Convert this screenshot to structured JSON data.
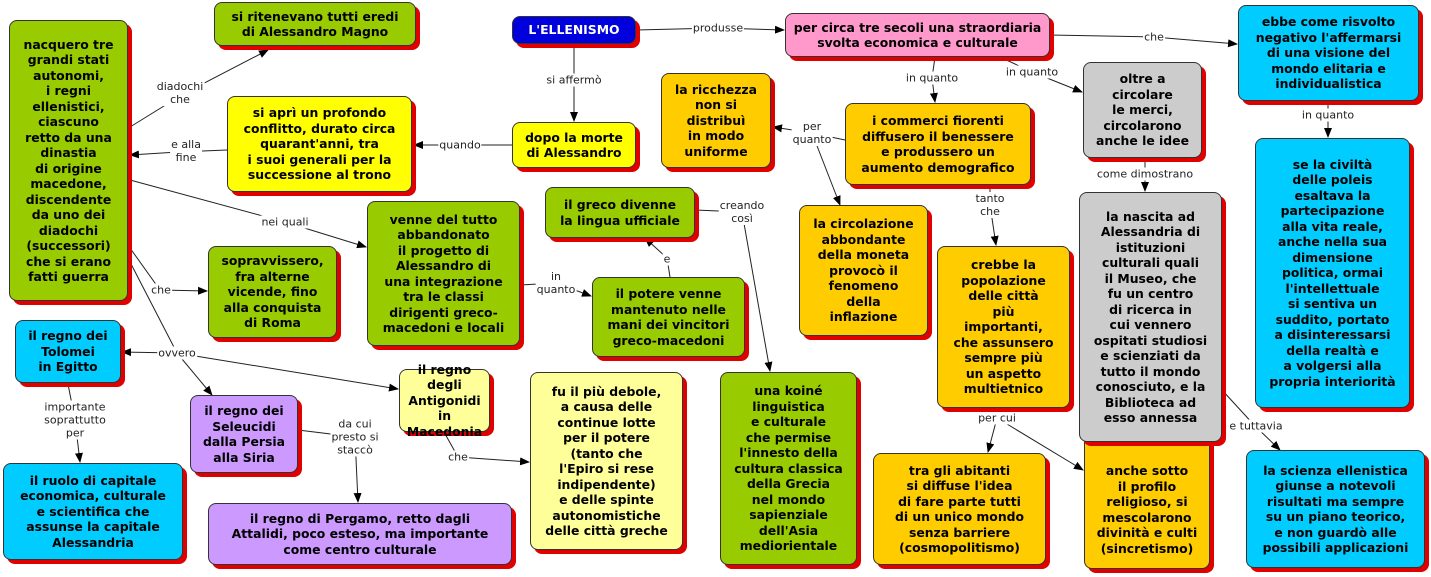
{
  "nodes": {
    "ellenismo": "L'ELLENISMO",
    "produsse_target": "per circa tre secoli una straordiaria\nsvolta economica e culturale",
    "dopo_morte": "dopo la morte\ndi Alessandro",
    "conflitto": "si aprì un profondo\nconflitto, durato circa\nquarant'anni, tra\ni suoi generali per la\nsuccessione al trono",
    "eredi": "si ritenevano tutti eredi\ndi Alessandro Magno",
    "nacquero": "nacquero tre\ngrandi stati\nautonomi,\ni regni\nellenistici,\nciascuno\nretto da una\ndinastia\ndi origine\nmacedone,\ndiscendente\nda uno dei\ndiadochi\n(successori)\nche si erano\nfatti guerra",
    "sopravvissero": "sopravvissero,\nfra alterne\nvicende, fino\nalla conquista\ndi Roma",
    "venne_abbandonato": "venne del tutto\nabbandonato\nil progetto di\nAlessandro di\nuna integrazione\ntra le classi\ndirigenti greco-\nmacedoni e locali",
    "greco": "il greco divenne\nla lingua ufficiale",
    "potere": "il potere venne\nmantenuto nelle\nmani dei vincitori\ngreco-macedoni",
    "koine": "una koiné\nlinguistica\ne culturale\nche permise\nl'innesto della\ncultura classica\ndella Grecia\nnel mondo\nsapienziale\ndell'Asia\nmediorientale",
    "tolomei": "il regno dei\nTolomei\nin Egitto",
    "ruolo": "il ruolo di capitale\neconomica, culturale\ne scientifica che\nassunse la capitale\nAlessandria",
    "seleucidi": "il regno dei\nSeleucidi\ndalla Persia\nalla Siria",
    "antigonidi": "il regno degli\nAntigonidi in\nMacedonia",
    "pergamo": "il regno di Pergamo, retto dagli\nAttalidi, poco esteso, ma importante\ncome centro culturale",
    "debole": "fu il più debole,\na causa delle\ncontinue lotte\nper il potere\n(tanto che\nl'Epiro si rese\nindipendente)\ne delle spinte\nautonomistiche\ndelle città greche",
    "ricchezza": "la ricchezza\nnon si\ndistribuì\nin modo\nuniforme",
    "commerci": "i commerci fiorenti\ndiffusero il benessere\ne produssero un\naumento demografico",
    "circolazione": "la circolazione\nabbondante\ndella moneta\nprovocò il\nfenomeno\ndella\ninflazione",
    "crebbe": "crebbe la\npopolazione\ndelle città\npiù\nimportanti,\nche assunsero\nsempre più\nun aspetto\nmultietnico",
    "abitanti": "tra gli abitanti\nsi diffuse l'idea\ndi fare parte tutti\ndi un unico mondo\nsenza barriere\n(cosmopolitismo)",
    "religioso": "anche sotto\nil profilo\nreligioso, si\nmescolarono\ndivinità e culti\n(sincretismo)",
    "oltre": "oltre a\ncircolare\nle merci,\ncircolarono\nanche le idee",
    "nascita": "la nascita ad\nAlessandria di\nistituzioni\nculturali quali\nil Museo, che\nfu un centro\ndi ricerca in\ncui vennero\nospitati studiosi\ne scienziati da\ntutto il mondo\nconosciuto, e la\nBiblioteca ad\nesso annessa",
    "risvolto": "ebbe come risvolto\nnegativo l'affermarsi\ndi una visione del\nmondo elitaria e\nindividualistica",
    "civilta": "se la civiltà\ndelle poleis\nesaltava la\npartecipazione\nalla vita reale,\nanche nella sua\ndimensione\npolitica, ormai\nl'intellettuale\nsi sentiva un\nsuddito, portato\na disinteressarsi\ndella realtà e\na volgersi alla\npropria interiorità",
    "scienza": "la scienza ellenistica\ngiunse a notevoli\nrisultati ma sempre\nsu un piano teorico,\ne non guardò alle\npossibili applicazioni"
  },
  "links": {
    "produsse": "produsse",
    "si_affermo": "si affermò",
    "quando": "quando",
    "diadochi_che": "diadochi\nche",
    "e_alla_fine": "e alla\nfine",
    "nei_quali": "nei quali",
    "che_sopravv": "che",
    "ovvero": "ovvero",
    "importante": "importante\nsoprattutto\nper",
    "da_cui": "da cui\npresto si\nstaccò",
    "che_debole": "che",
    "in_quanto_potere": "in\nquanto",
    "e_greco": "e",
    "creando_cosi": "creando\ncosì",
    "che_risvolto": "che",
    "in_quanto_commerci": "in quanto",
    "in_quanto_oltre": "in quanto",
    "per_quanto": "per\nquanto",
    "tanto_che": "tanto\nche",
    "per_cui": "per cui",
    "come_dimostrano": "come dimostrano",
    "in_quanto_civilta": "in quanto",
    "e_tuttavia": "e tuttavia"
  }
}
